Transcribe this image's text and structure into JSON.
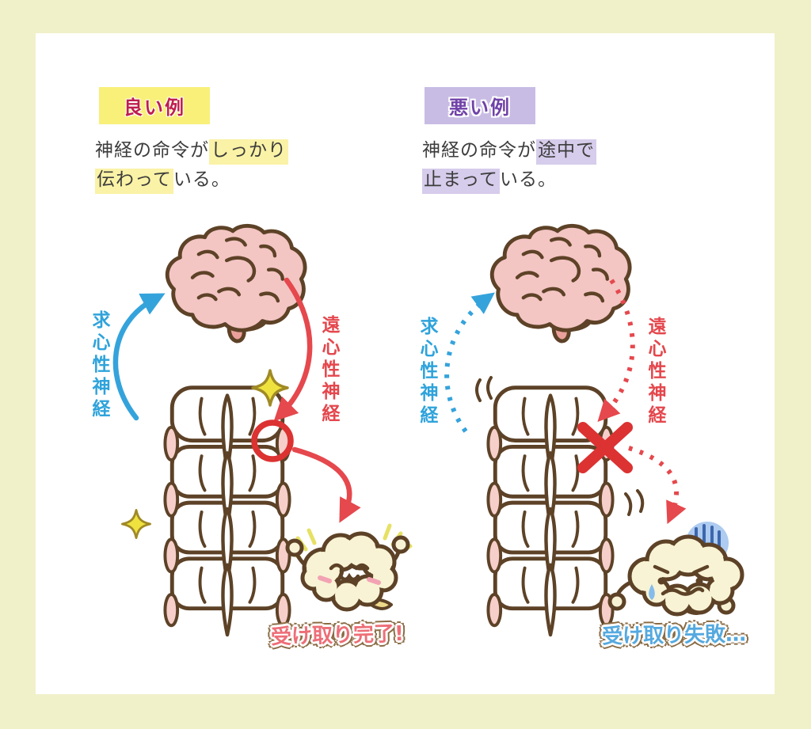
{
  "frame": {
    "border_color": "#F0F1C9",
    "panel_color": "#FFFFFF"
  },
  "good": {
    "badge": "良い例",
    "badge_bg": "#F9F07A",
    "badge_text_color": "#BE1E4E",
    "highlight_color": "#FAF2A6",
    "desc": {
      "l1a": "神経の命令が",
      "l1b": "しっかり",
      "l2a": "伝わって",
      "l2b": "いる。"
    },
    "afferent_label": "求心性神経",
    "efferent_label": "遠心性神経",
    "result": "受け取り完了!",
    "result_color": "#ED6E77",
    "junction_mark": "circle (signal passed)"
  },
  "bad": {
    "badge": "悪い例",
    "badge_bg": "#C8BCE4",
    "badge_text_color": "#7042A8",
    "highlight_color": "#D6CCEB",
    "desc": {
      "l1a": "神経の命令が",
      "l1b": "途中で",
      "l2a": "止まって",
      "l2b": "いる。"
    },
    "afferent_label": "求心性神経",
    "efferent_label": "遠心性神経",
    "result": "受け取り失敗…",
    "result_color": "#55A9DF",
    "junction_mark": "cross (signal blocked)"
  },
  "colors": {
    "afferent_blue": "#2FA3DB",
    "efferent_red": "#E4474D",
    "mark_red": "#DC3232",
    "outline_brown": "#5D4227",
    "brain_pink": "#F3C5C3",
    "brainstem_pink": "#EBA09B",
    "disc_pink": "#F6CFCA",
    "character_cream": "#F8F3D4",
    "sparkle_yellow": "#EFE23E",
    "gloom_blue": "#AECBF0"
  }
}
